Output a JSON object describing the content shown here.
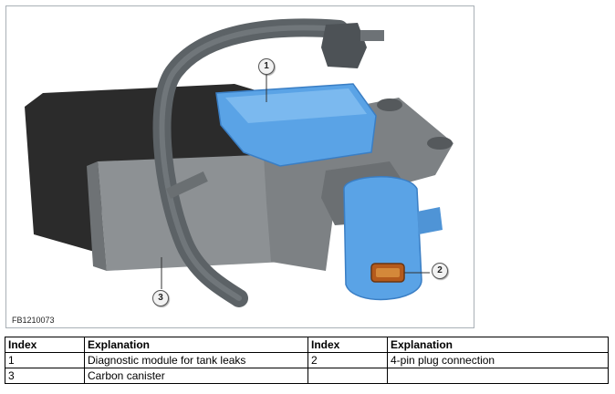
{
  "figure": {
    "code": "FB1210073",
    "callouts": [
      "1",
      "2",
      "3"
    ]
  },
  "legend": {
    "headers": [
      "Index",
      "Explanation",
      "Index",
      "Explanation"
    ],
    "rows": [
      [
        "1",
        "Diagnostic module for tank leaks",
        "2",
        "4-pin plug connection"
      ],
      [
        "3",
        "Carbon canister",
        "",
        ""
      ]
    ]
  },
  "colors": {
    "module_blue": "#5aa3e6",
    "canister_dark": "#2a2a2a",
    "bracket_gray": "#8e9295",
    "hose_gray": "#5c6266"
  }
}
